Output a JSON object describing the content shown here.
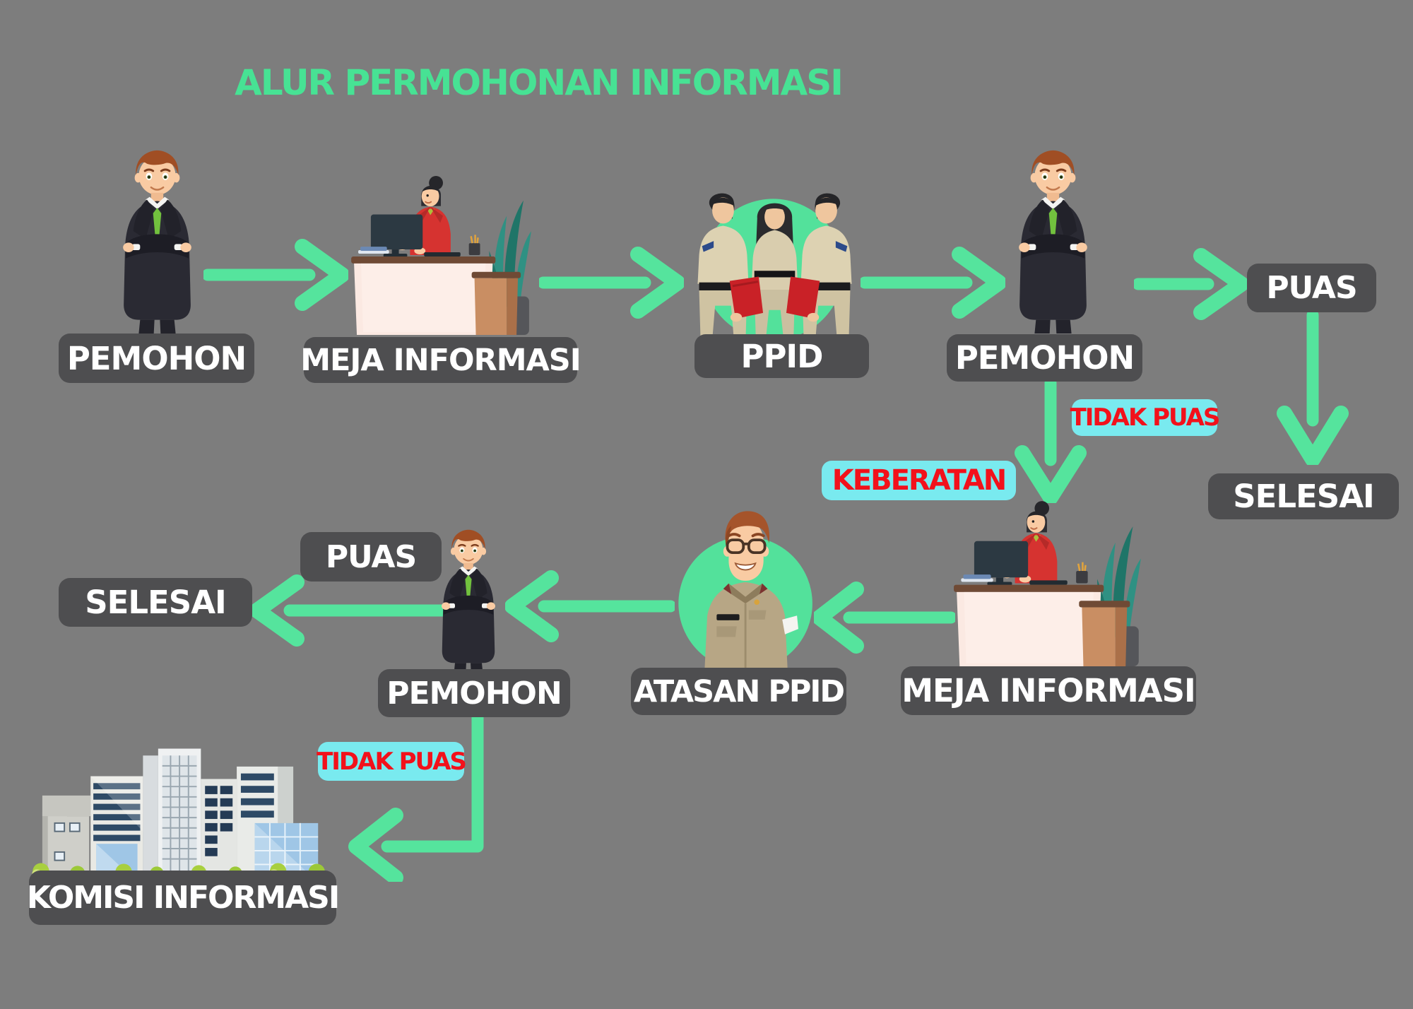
{
  "title": "ALUR PERMOHONAN INFORMASI",
  "nodes": {
    "pemohon_1": "PEMOHON",
    "meja_informasi_1": "MEJA INFORMASI",
    "ppid": "PPID",
    "pemohon_2": "PEMOHON",
    "puas_1": "PUAS",
    "selesai_1": "SELESAI",
    "meja_informasi_2": "MEJA INFORMASI",
    "atasan_ppid": "ATASAN PPID",
    "pemohon_3": "PEMOHON",
    "puas_2": "PUAS",
    "selesai_2": "SELESAI",
    "komisi_informasi": "KOMISI INFORMASI"
  },
  "tags": {
    "tidak_puas_1": "TIDAK PUAS",
    "keberatan": "KEBERATAN",
    "tidak_puas_2": "TIDAK PUAS"
  },
  "colors": {
    "background": "#7d7d7d",
    "accent_green": "#55E49D",
    "title_green": "#47E294",
    "node_box": "#4e4e50",
    "node_text": "#ffffff",
    "tag_box": "#79EAEF",
    "tag_text": "#F2111B"
  },
  "illustrations": {
    "pemohon": "businessman-arms-crossed",
    "meja_informasi": "receptionist-at-desk",
    "ppid": "three-officers-in-green-circle",
    "atasan_ppid": "officer-with-glasses-in-green-circle",
    "komisi_informasi": "city-buildings"
  }
}
